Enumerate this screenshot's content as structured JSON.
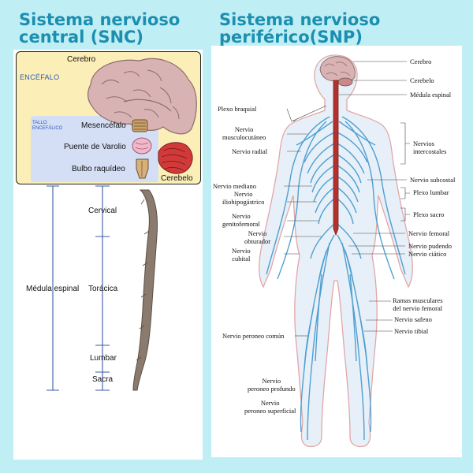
{
  "snc": {
    "title_line1": "Sistema nervioso",
    "title_line2": "central (SNC)",
    "encefalo_label": "ENCÉFALO",
    "cerebro_label": "Cerebro",
    "tallo_line1": "TALLO",
    "tallo_line2": "ENCEFÁLICO",
    "mesencefalo_label": "Mesencéfalo",
    "puente_label": "Puente de Varolio",
    "bulbo_label": "Bulbo raquídeo",
    "cerebelo_label": "Cerebelo",
    "medula_label": "Médula espinal",
    "cervical_label": "Cervical",
    "toracica_label": "Torácica",
    "lumbar_label": "Lumbar",
    "sacra_label": "Sacra"
  },
  "snp": {
    "title_line1": "Sistema nervioso",
    "title_line2": "periférico(SNP)",
    "cerebro": "Cerebro",
    "cerebelo": "Cerebelo",
    "medula_espinal": "Médula espinal",
    "plexo_braquial": "Plexo braquial",
    "nervio_musculocutaneo_1": "Nervio",
    "nervio_musculocutaneo_2": "musculocutáneo",
    "nervio_radial": "Nervio radial",
    "nervios_intercostales_1": "Nervios",
    "nervios_intercostales_2": "intercostales",
    "nervio_subcostal": "Nervio subcostal",
    "nervio_mediano": "Nervio mediano",
    "plexo_lumbar": "Plexo lumbar",
    "nervio_iliohipogastrico_1": "Nervio",
    "nervio_iliohipogastrico_2": "iliohipogástrico",
    "plexo_sacro": "Plexo sacro",
    "nervio_genitofemoral_1": "Nervio",
    "nervio_genitofemoral_2": "genitofemoral",
    "nervio_femoral": "Nervio femoral",
    "nervio_obturador_1": "Nervio",
    "nervio_obturador_2": "obturador",
    "nervio_pudendo": "Nervio pudendo",
    "nervio_cubital_1": "Nervio",
    "nervio_cubital_2": "cubital",
    "nervio_ciatico": "Nervio ciático",
    "ramas_musculares_1": "Ramas musculares",
    "ramas_musculares_2": "del nervio femoral",
    "nervio_safeno": "Nervio safeno",
    "nervio_peroneo_comun": "Nervio peroneo común",
    "nervio_tibial": "Nervio tibial",
    "nervio_peroneo_profundo_1": "Nervio",
    "nervio_peroneo_profundo_2": "peroneo profundo",
    "nervio_peroneo_superficial_1": "Nervio",
    "nervio_peroneo_superficial_2": "peroneo superficial"
  },
  "colors": {
    "title": "#1c8fb0",
    "background": "#bfeef5",
    "encefalo_box": "#fbeeb6",
    "tallo_box": "#d4dff5",
    "nerve": "#4f9fd0",
    "spinal_cord": "#b3322e",
    "brain": "#d9b3b3",
    "cerebelo": "#d23a3a"
  }
}
